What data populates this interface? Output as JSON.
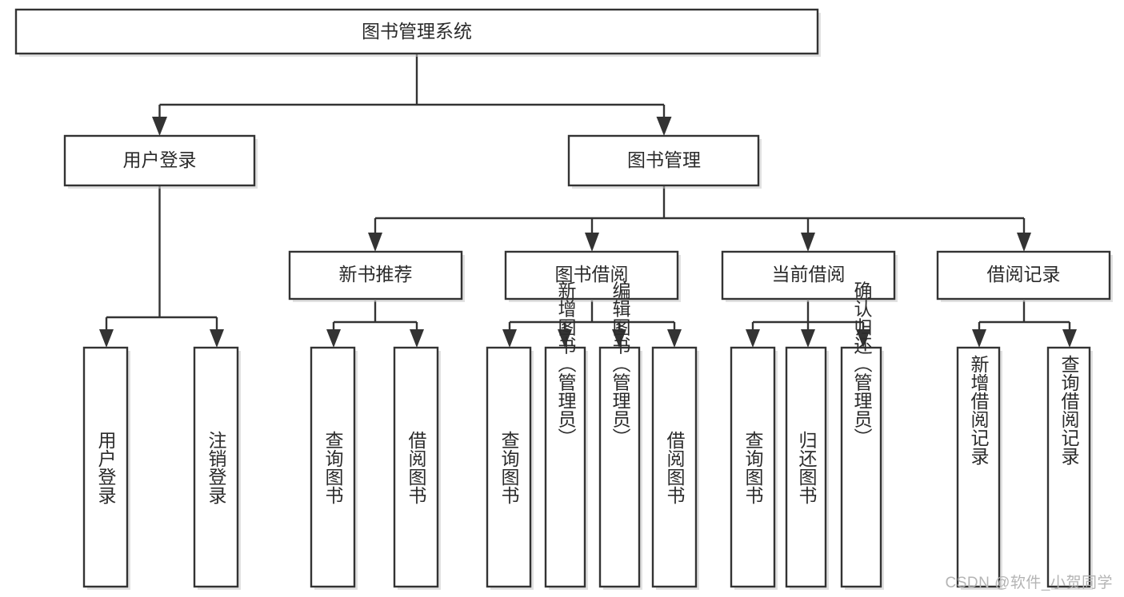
{
  "diagram": {
    "type": "tree-hierarchy",
    "title": "图书管理系统",
    "orientation": "top-down",
    "colors": {
      "border": "#333333",
      "fill": "#ffffff",
      "text": "#2b2b2b",
      "shadow": "#c9c9c9",
      "watermark": "#b4b4b4",
      "background": "#ffffff"
    },
    "root": {
      "label": "图书管理系统",
      "id": "book-management-system"
    },
    "level2": [
      {
        "id": "user-login",
        "label": "用户登录"
      },
      {
        "id": "book-management",
        "label": "图书管理"
      }
    ],
    "level3": [
      {
        "id": "new-book-recommend",
        "label": "新书推荐",
        "parent": "book-management"
      },
      {
        "id": "book-borrow",
        "label": "图书借阅",
        "parent": "book-management"
      },
      {
        "id": "current-borrow",
        "label": "当前借阅",
        "parent": "book-management"
      },
      {
        "id": "borrow-record",
        "label": "借阅记录",
        "parent": "book-management"
      }
    ],
    "leaves": {
      "user-login": [
        {
          "id": "leaf-user-login",
          "label": "用户登录"
        },
        {
          "id": "leaf-user-logout",
          "label": "注销登录"
        }
      ],
      "new-book-recommend": [
        {
          "id": "leaf-query-book-1",
          "label": "查询图书"
        },
        {
          "id": "leaf-borrow-book-1",
          "label": "借阅图书"
        }
      ],
      "book-borrow": [
        {
          "id": "leaf-query-book-2",
          "label": "查询图书"
        },
        {
          "id": "leaf-add-book",
          "label": "新增图书（管理员）"
        },
        {
          "id": "leaf-edit-book",
          "label": "编辑图书（管理员）"
        },
        {
          "id": "leaf-borrow-book-2",
          "label": "借阅图书"
        }
      ],
      "current-borrow": [
        {
          "id": "leaf-query-book-3",
          "label": "查询图书"
        },
        {
          "id": "leaf-return-book",
          "label": "归还图书"
        },
        {
          "id": "leaf-confirm-return",
          "label": "确认归还（管理员）"
        }
      ],
      "borrow-record": [
        {
          "id": "leaf-add-record",
          "label": "新增借阅记录"
        },
        {
          "id": "leaf-query-record",
          "label": "查询借阅记录"
        }
      ]
    },
    "watermark": "CSDN @软件_小贺同学"
  }
}
